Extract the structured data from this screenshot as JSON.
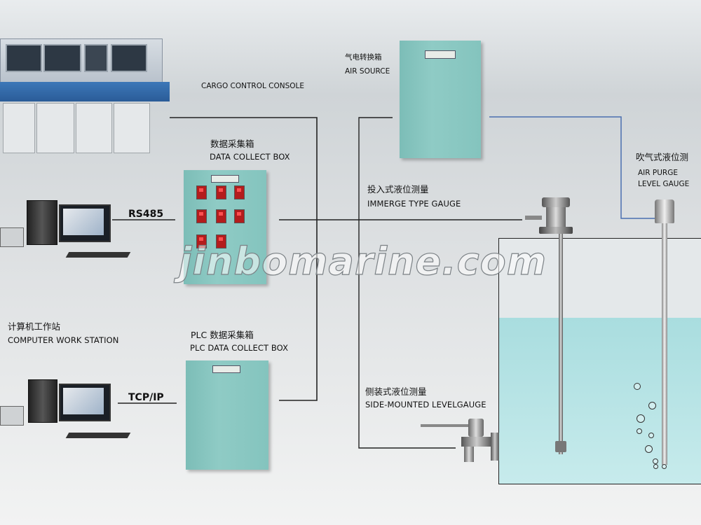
{
  "labels": {
    "cargo_console": "CARGO CONTROL CONSOLE",
    "air_source_cn": "气电转换箱",
    "air_source_en": "AIR SOURCE",
    "data_box_cn": "数据采集箱",
    "data_box_en": "DATA COLLECT BOX",
    "immerge_cn": "投入式液位测量",
    "immerge_en": "IMMERGE TYPE GAUGE",
    "air_purge_cn": "吹气式液位测",
    "air_purge_en1": "AIR PURGE",
    "air_purge_en2": "LEVEL GAUGE",
    "rs485": "RS485",
    "workstation_cn": "计算机工作站",
    "workstation_en": "COMPUTER WORK STATION",
    "plc_box": "PLC 数据采集箱",
    "plc_box_en": "PLC DATA COLLECT BOX",
    "tcpip": "TCP/IP",
    "side_cn": "侧装式液位测量",
    "side_en": "SIDE-MOUNTED LEVELGAUGE",
    "watermark": "jinbomarine.com"
  },
  "colors": {
    "cabinet": "#8fcbc5",
    "tank_liquid": "#b8e4e6",
    "wire": "#222222",
    "air_line": "#4a6fb0",
    "meter_red": "#b31d1d"
  }
}
